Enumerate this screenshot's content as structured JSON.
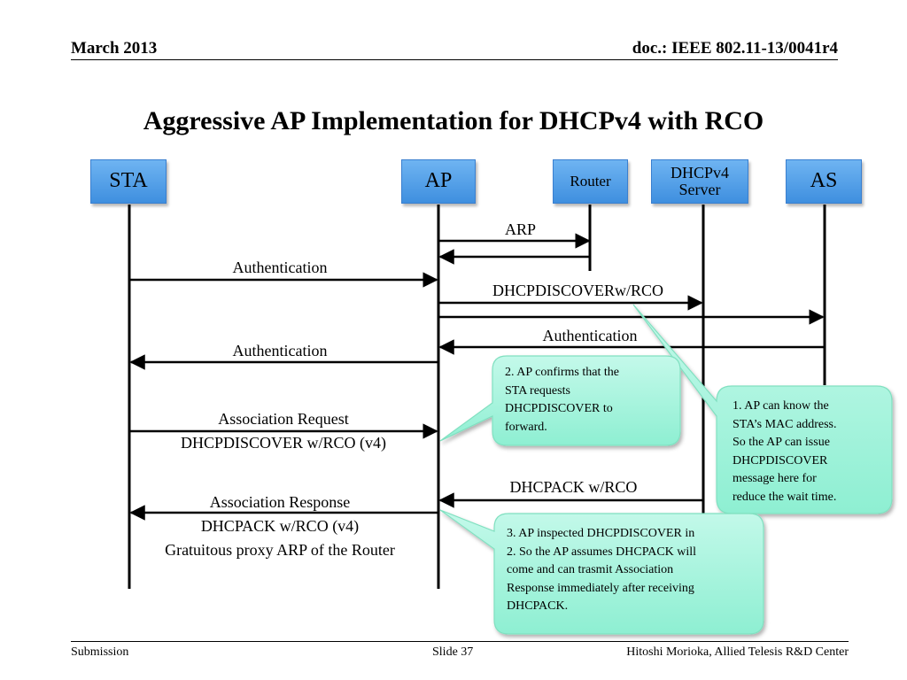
{
  "header": {
    "date": "March 2013",
    "doc": "doc.: IEEE 802.11-13/0041r4"
  },
  "title": "Aggressive AP Implementation for DHCPv4 with RCO",
  "nodes": {
    "sta": "STA",
    "ap": "AP",
    "router": "Router",
    "dhcp_line1": "DHCPv4",
    "dhcp_line2": "Server",
    "as": "AS"
  },
  "messages": {
    "arp": "ARP",
    "auth1": "Authentication",
    "dhcpdiscover": "DHCPDISCOVERw/RCO",
    "auth2": "Authentication",
    "auth3": "Authentication",
    "assoc_req_1": "Association Request",
    "assoc_req_2": "DHCPDISCOVER w/RCO (v4)",
    "dhcpack": "DHCPACK w/RCO",
    "assoc_resp_1": "Association Response",
    "assoc_resp_2": "DHCPACK w/RCO (v4)",
    "assoc_resp_3": "Gratuitous proxy ARP of the Router"
  },
  "callouts": {
    "c1": [
      "1. AP can know the",
      "STA’s MAC address.",
      "So the AP can issue",
      "DHCPDISCOVER",
      "message here for",
      "reduce the wait time."
    ],
    "c2": [
      "2. AP confirms that the",
      "STA requests",
      "DHCPDISCOVER to",
      "forward."
    ],
    "c3": [
      "3. AP inspected DHCPDISCOVER in",
      "2. So the AP assumes DHCPACK will",
      "come and can trasmit Association",
      "Response immediately after receiving",
      "DHCPACK."
    ]
  },
  "footer": {
    "left": "Submission",
    "center": "Slide 37",
    "right": "Hitoshi Morioka, Allied Telesis R&D Center"
  },
  "colors": {
    "node_fill": "#4f9ee8",
    "callout_fill": "#a6f5de",
    "callout_border": "#80e0c0"
  }
}
